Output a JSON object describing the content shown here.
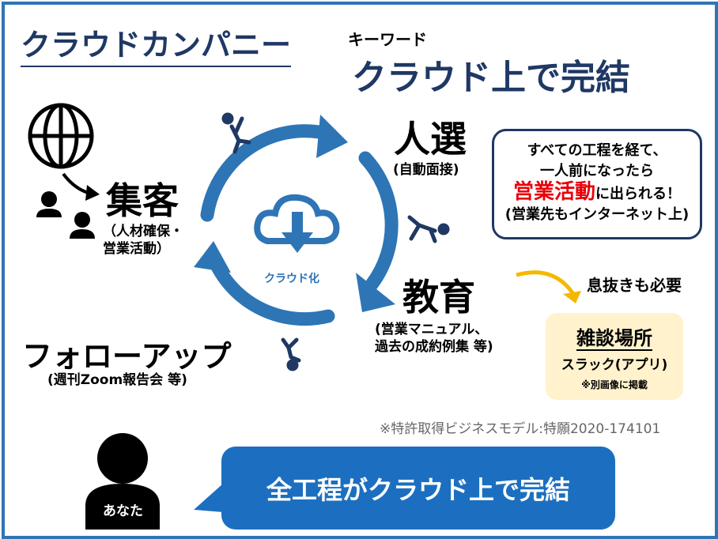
{
  "title": "クラウドカンパニー",
  "keyword": {
    "label": "キーワード",
    "main": "クラウド上で完結"
  },
  "steps": {
    "shukyaku": {
      "label": "集客",
      "sub1": "（人材確保・",
      "sub2": "営業活動）"
    },
    "jinsen": {
      "label": "人選",
      "sub": "(自動面接)"
    },
    "kyouiku": {
      "label": "教育",
      "sub1": "(営業マニュアル、",
      "sub2": "過去の成約例集 等)"
    },
    "follow": {
      "label": "フォローアップ",
      "sub": "(週刊Zoom報告会 等)"
    }
  },
  "center_label": "クラウド化",
  "callout": {
    "line1": "すべての工程を経て、",
    "line2": "一人前になったら",
    "highlight": "営業活動",
    "line3_rest": "に出られる！",
    "line4": "(営業先もインターネット上)"
  },
  "break_note": "息抜きも必要",
  "zatsudan": {
    "title": "雑談場所",
    "app": "スラック(アプリ)",
    "note": "※別画像に掲載"
  },
  "patent": "※特許取得ビジネスモデル:特願2020-174101",
  "you_label": "あなた",
  "bubble_text": "全工程がクラウド上で完結",
  "colors": {
    "border": "#2e75b6",
    "navy": "#1f3864",
    "cycle": "#2e75b6",
    "red": "#e8000b",
    "yellow": "#f5b800",
    "bubble": "#1c6fc0"
  }
}
